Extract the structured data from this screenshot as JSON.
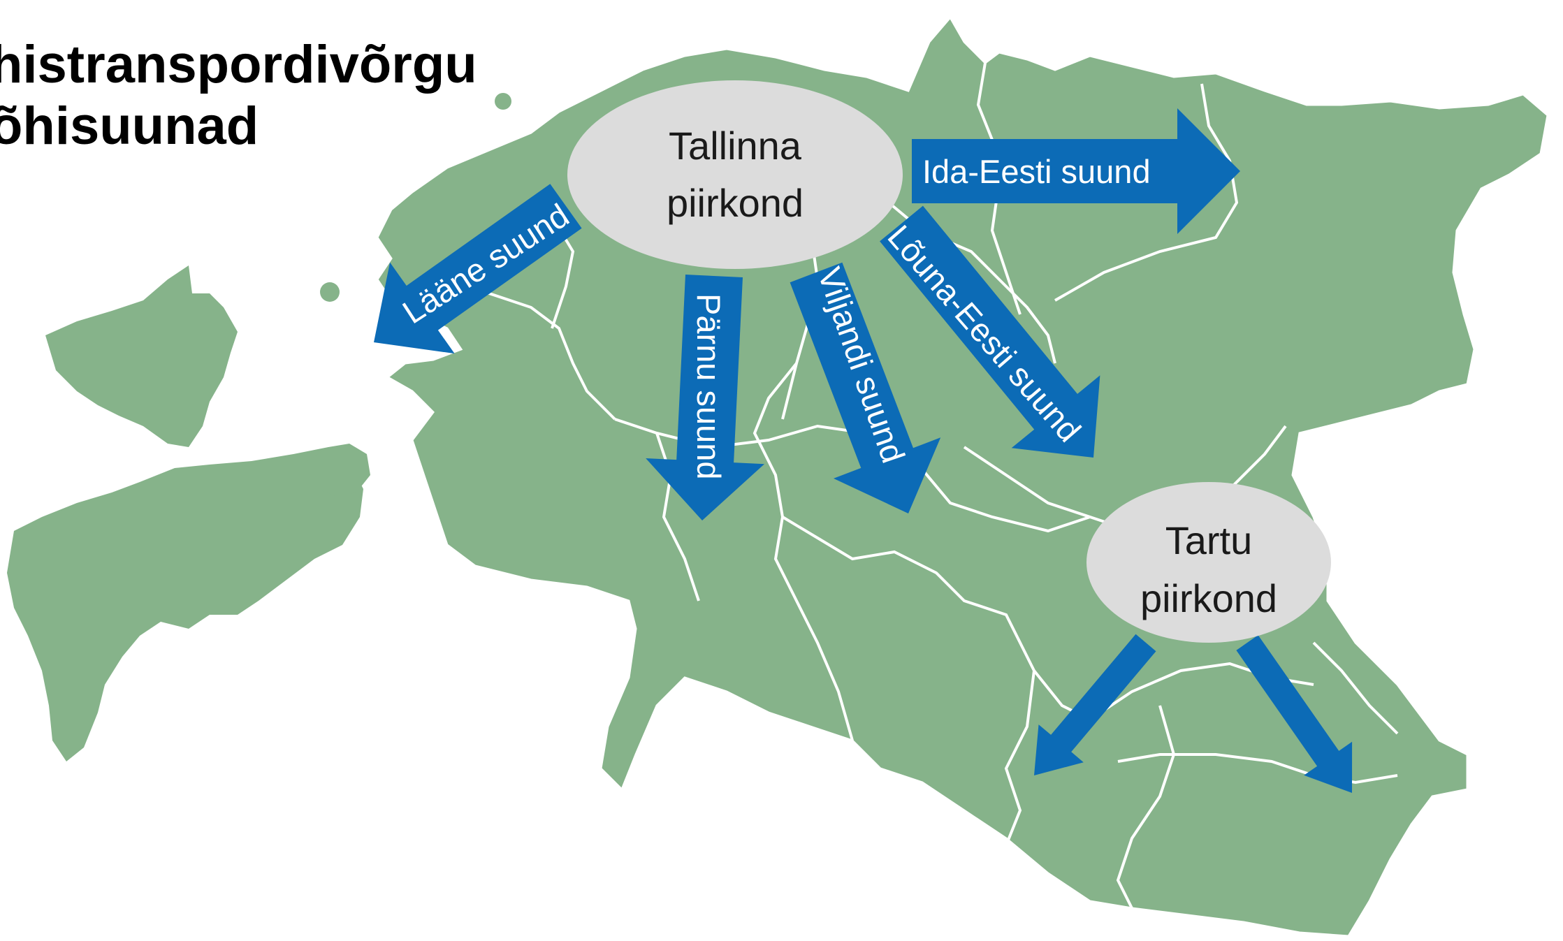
{
  "title": {
    "line1": "histranspordivõrgu",
    "line2": "õhisuunad"
  },
  "hubs": {
    "tallinn": {
      "line1": "Tallinna",
      "line2": "piirkond"
    },
    "tartu": {
      "line1": "Tartu",
      "line2": "piirkond"
    }
  },
  "directions": {
    "east": "Ida-Eesti suund",
    "west": "Lääne suund",
    "parnu": "Pärnu suund",
    "viljandi": "Viljandi suund",
    "south": "Lõuna-Eesti suund"
  },
  "colors": {
    "land": "#86b38a",
    "border": "#ffffff",
    "arrow": "#0c6bb6",
    "hub": "#dcdcdc"
  }
}
